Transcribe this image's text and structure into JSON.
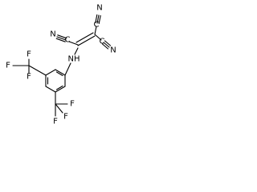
{
  "structure": {
    "atoms": {
      "n_top_right": "N",
      "c_top_right": "C",
      "n_top": "N",
      "c_top": "C",
      "n_upper_left": "N",
      "c_upper_left": "C",
      "nh_label": "NH",
      "f_ul_top": "F",
      "f_ul_left": "F",
      "f_ul_bottom": "F",
      "f_lr_right": "F",
      "f_lr_bottom_right": "F",
      "f_lr_bottom": "F"
    },
    "colors": {
      "bonds": "#000000",
      "labels": "#000000",
      "background": "#ffffff"
    }
  }
}
